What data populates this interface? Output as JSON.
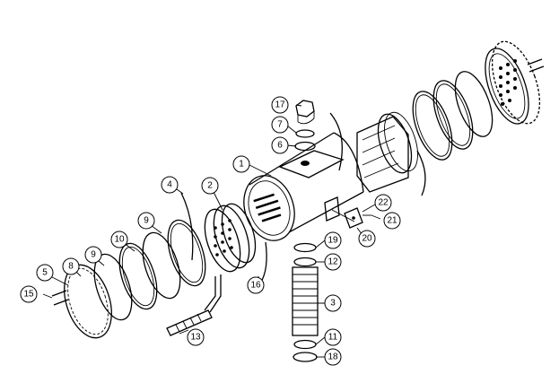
{
  "callouts": [
    {
      "id": "c1",
      "label": "1"
    },
    {
      "id": "c2",
      "label": "2"
    },
    {
      "id": "c3",
      "label": "3"
    },
    {
      "id": "c4",
      "label": "4"
    },
    {
      "id": "c5",
      "label": "5"
    },
    {
      "id": "c6",
      "label": "6"
    },
    {
      "id": "c7",
      "label": "7"
    },
    {
      "id": "c8",
      "label": "8"
    },
    {
      "id": "c9a",
      "label": "9"
    },
    {
      "id": "c9b",
      "label": "9"
    },
    {
      "id": "c10",
      "label": "10"
    },
    {
      "id": "c11",
      "label": "11"
    },
    {
      "id": "c12",
      "label": "12"
    },
    {
      "id": "c13",
      "label": "13"
    },
    {
      "id": "c15",
      "label": "15"
    },
    {
      "id": "c16",
      "label": "16"
    },
    {
      "id": "c17",
      "label": "17"
    },
    {
      "id": "c18",
      "label": "18"
    },
    {
      "id": "c19",
      "label": "19"
    },
    {
      "id": "c20",
      "label": "20"
    },
    {
      "id": "c21",
      "label": "21"
    },
    {
      "id": "c22",
      "label": "22"
    }
  ]
}
